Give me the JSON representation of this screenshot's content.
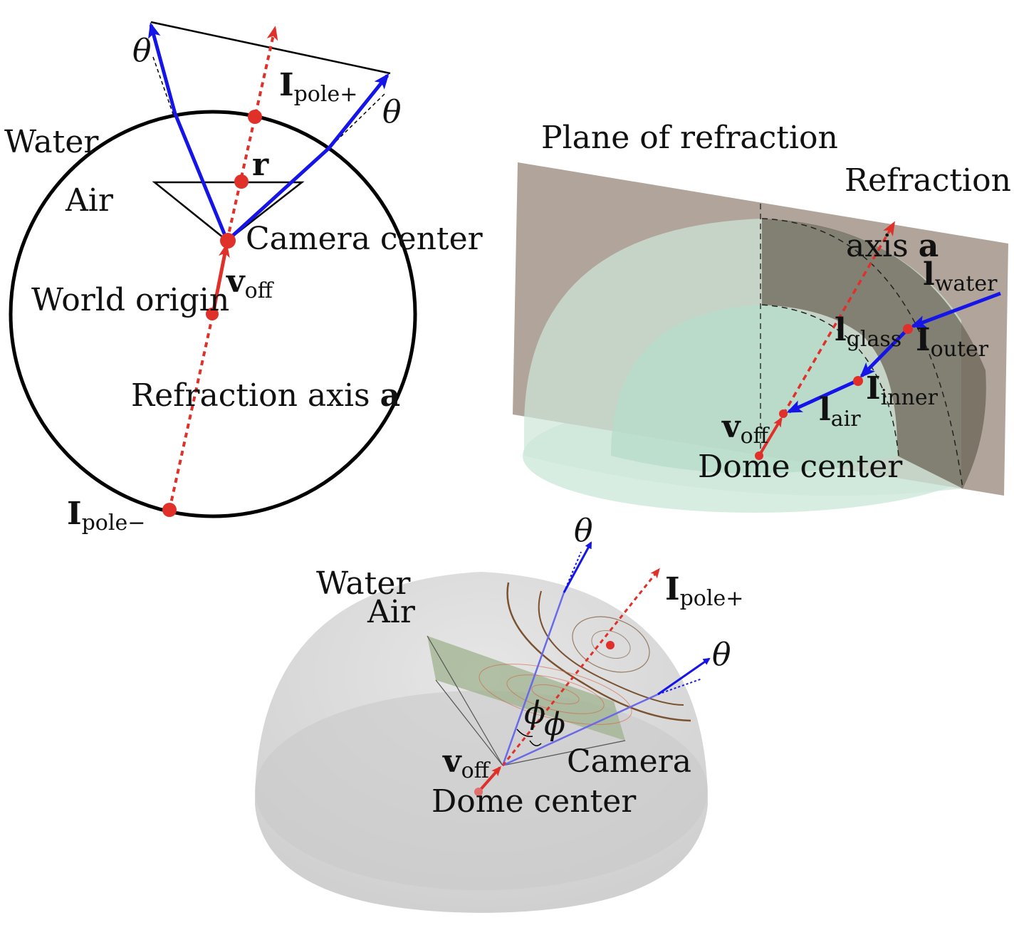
{
  "colors": {
    "ray": "#1515e8",
    "axis": "#e0302a",
    "plane": "#b1a59b",
    "glass_light": "#cfe8dc",
    "dome_gray": "#d4d4d4",
    "ring_brown": "#7a5230"
  },
  "panel_a": {
    "water": "Water",
    "air": "Air",
    "theta_left": "θ",
    "theta_right": "θ",
    "pole_plus_main": "I",
    "pole_plus_sub": "pole+",
    "r": "r",
    "camera_center": "Camera center",
    "voff_main": "v",
    "voff_sub": "off",
    "world_origin": "World origin",
    "refraction_axis": "Refraction axis ",
    "refraction_axis_a": "a",
    "pole_minus_main": "I",
    "pole_minus_sub": "pole−"
  },
  "panel_b": {
    "plane_title": "Plane of refraction",
    "refraction": "Refraction",
    "axis": "axis ",
    "axis_a": "a",
    "lwater_main": "l",
    "lwater_sub": "water",
    "lglass_main": "l",
    "lglass_sub": "glass",
    "iouter_main": "I",
    "iouter_sub": "outer",
    "iinner_main": "I",
    "iinner_sub": "inner",
    "lair_main": "l",
    "lair_sub": "air",
    "voff_main": "v",
    "voff_sub": "off",
    "dome_center": "Dome center"
  },
  "panel_c": {
    "water": "Water",
    "air": "Air",
    "theta_top": "θ",
    "theta_right": "θ",
    "pole_plus_main": "I",
    "pole_plus_sub": "pole+",
    "phi_left": "ϕ",
    "phi_right": "ϕ",
    "voff_main": "v",
    "voff_sub": "off",
    "camera": "Camera",
    "dome_center": "Dome center"
  }
}
